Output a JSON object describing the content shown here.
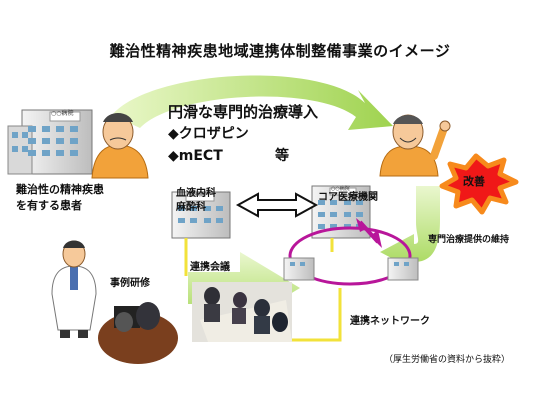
{
  "title": "難治性精神疾患地域連携体制整備事業のイメージ",
  "intro_box": {
    "heading": "円滑な専門的治療導入",
    "items": [
      "◆クロザピン",
      "◆mECT"
    ],
    "suffix": "等"
  },
  "patient_label": [
    "難治性の精神疾患",
    "を有する患者"
  ],
  "improvement": "改善",
  "hematology_label": [
    "血液内科",
    "麻酔科"
  ],
  "core_institution": "コア医療機関",
  "maintenance": "専門治療提供の維持",
  "case_training": "事例研修",
  "liaison_meeting": "連携会議",
  "network": "連携ネットワーク",
  "source": "（厚生労働省の資料から抜粋）",
  "hospital_sign": "○○病院",
  "colors": {
    "arrow_green": "#a8d860",
    "network_purple": "#b8169a",
    "link_yellow": "#f2e23a",
    "burst_red": "#f01818",
    "burst_orange": "#f78a1c"
  }
}
